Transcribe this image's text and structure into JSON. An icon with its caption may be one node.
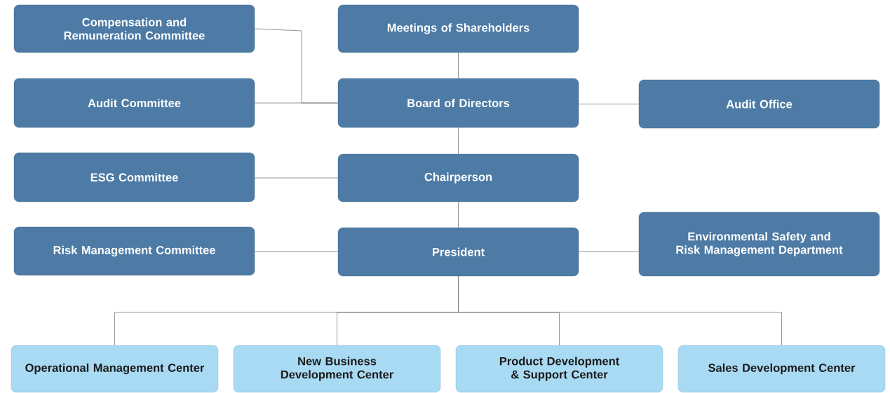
{
  "diagram": {
    "nodes": [
      {
        "text": [
          "Compensation and Remuneration Committee"
        ]
      },
      {
        "text": [
          "Meetings of Shareholders"
        ]
      },
      {
        "text": [
          "Audit Committee"
        ]
      },
      {
        "text": [
          "Board of Directors"
        ]
      },
      {
        "text": [
          "Audit Office"
        ]
      },
      {
        "text": [
          "ESG Committee"
        ]
      },
      {
        "text": [
          "Chairperson"
        ]
      },
      {
        "text": [
          "Risk Management Committee"
        ]
      },
      {
        "text": [
          "President"
        ]
      },
      {
        "text": [
          "Environmental Safety and Risk Management Department"
        ]
      },
      {
        "text": [
          "Operational Management Center"
        ]
      },
      {
        "text": [
          "New Business Development Center"
        ]
      },
      {
        "text": [
          "Product Development & Support Center"
        ]
      },
      {
        "text": [
          "Sales Development Center"
        ]
      }
    ],
    "edges": [
      {
        "from": 1,
        "to": 3,
        "arrow": "none"
      },
      {
        "from": 0,
        "to": 3,
        "arrow": "none"
      },
      {
        "from": 2,
        "to": 3,
        "arrow": "none"
      },
      {
        "from": 3,
        "to": 4,
        "arrow": "none"
      },
      {
        "from": 3,
        "to": 6,
        "arrow": "none"
      },
      {
        "from": 5,
        "to": 6,
        "arrow": "none"
      },
      {
        "from": 6,
        "to": 8,
        "arrow": "none"
      },
      {
        "from": 7,
        "to": 8,
        "arrow": "none"
      },
      {
        "from": 8,
        "to": 9,
        "arrow": "none"
      },
      {
        "from": 8,
        "to": 10,
        "arrow": "none"
      },
      {
        "from": 8,
        "to": 11,
        "arrow": "none"
      },
      {
        "from": 8,
        "to": 12,
        "arrow": "none"
      },
      {
        "from": 8,
        "to": 13,
        "arrow": "none"
      }
    ]
  }
}
